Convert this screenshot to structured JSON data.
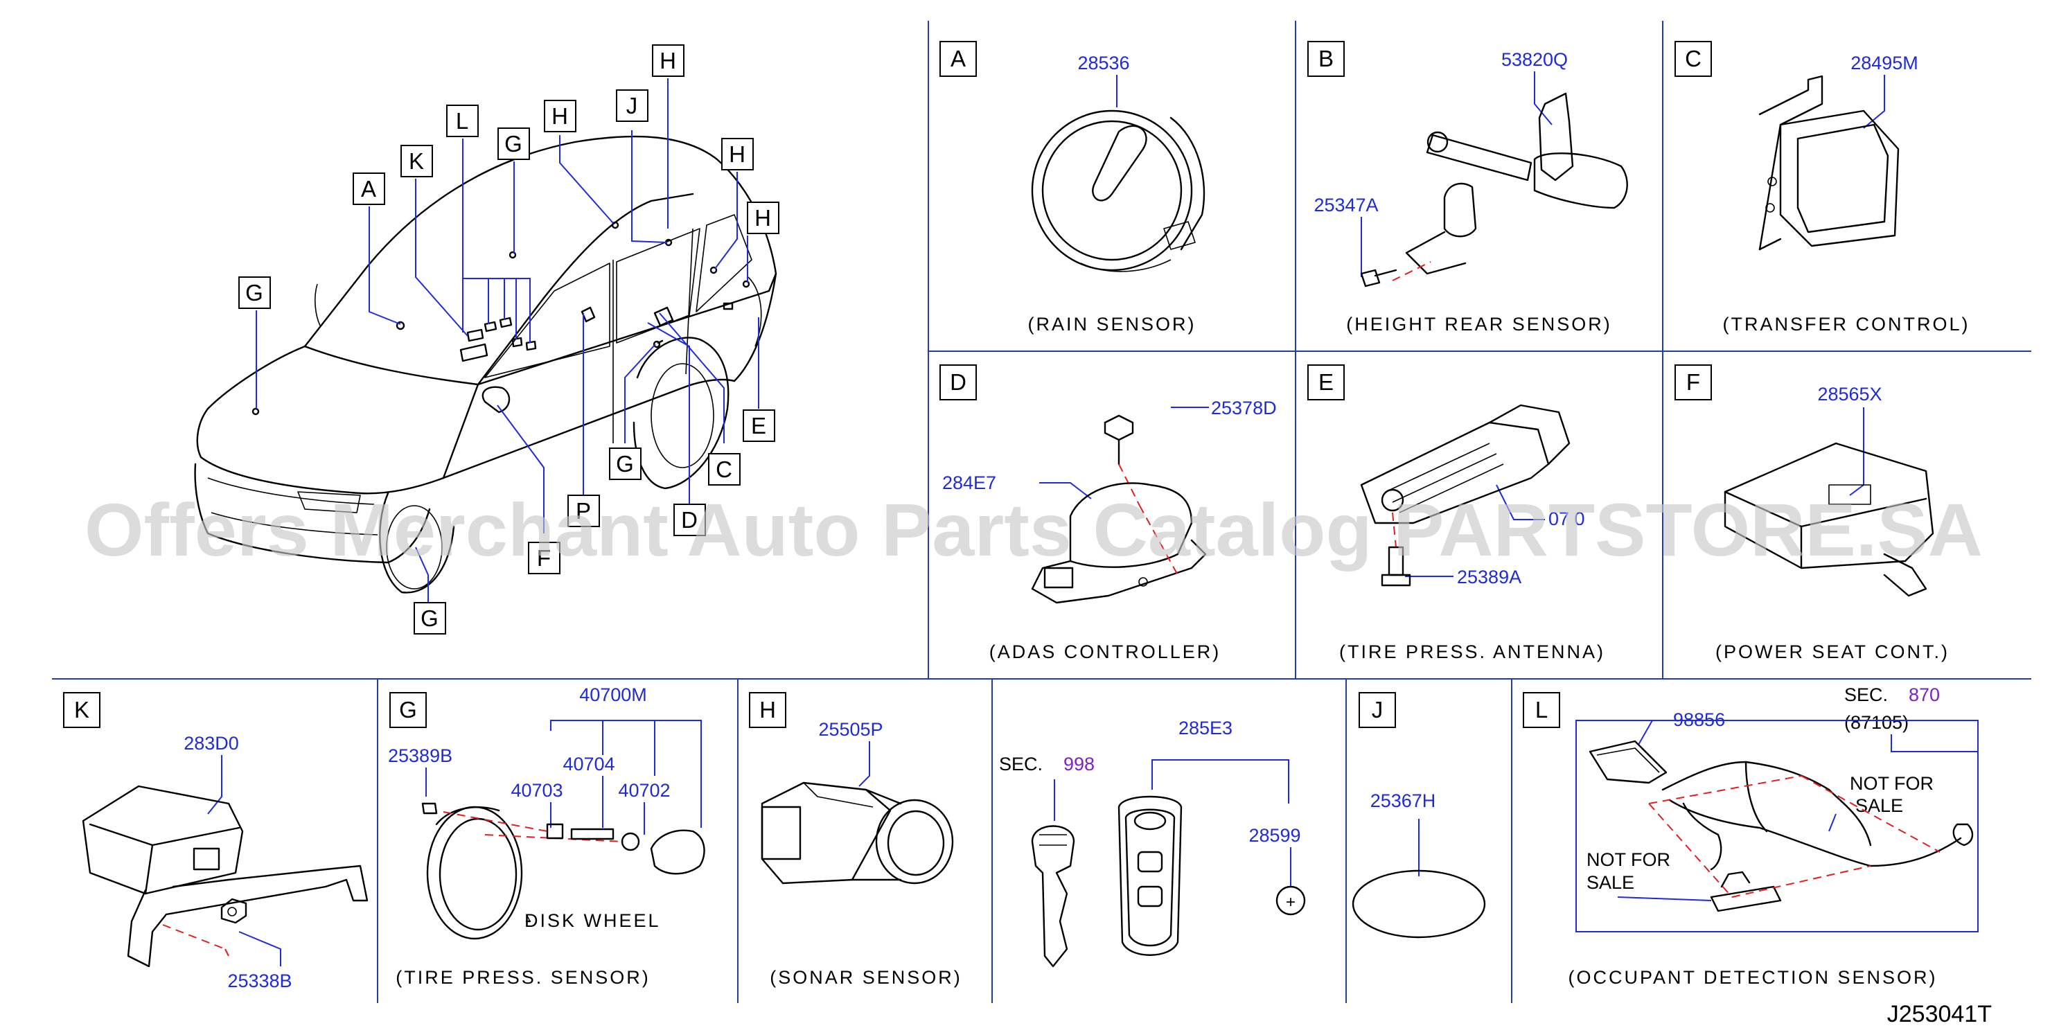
{
  "watermark": "Offers Merchant Auto Parts Catalog PARTSTORE.SA",
  "drawing_number": "J253041T",
  "vehicle_callouts": [
    "A",
    "K",
    "L",
    "G",
    "H",
    "J",
    "H",
    "H",
    "H",
    "G",
    "E",
    "G",
    "C",
    "P",
    "D",
    "F",
    "G"
  ],
  "panels": {
    "A": {
      "letter": "A",
      "caption": "(RAIN SENSOR)",
      "parts": [
        "28536"
      ]
    },
    "B": {
      "letter": "B",
      "caption": "(HEIGHT REAR SENSOR)",
      "parts": [
        "53820Q",
        "25347A"
      ]
    },
    "C": {
      "letter": "C",
      "caption": "(TRANSFER CONTROL)",
      "parts": [
        "28495M"
      ]
    },
    "D": {
      "letter": "D",
      "caption": "(ADAS CONTROLLER)",
      "parts": [
        "25378D",
        "284E7"
      ]
    },
    "E": {
      "letter": "E",
      "caption": "(TIRE PRESS. ANTENNA)",
      "parts": [
        "07 0",
        "25389A"
      ]
    },
    "F": {
      "letter": "F",
      "caption": "(POWER SEAT CONT.)",
      "parts": [
        "28565X"
      ]
    },
    "K": {
      "letter": "K",
      "caption": "",
      "parts": [
        "283D0",
        "25338B"
      ]
    },
    "G": {
      "letter": "G",
      "caption": "(TIRE PRESS. SENSOR)",
      "parts": [
        "40700M",
        "25389B",
        "40704",
        "40703",
        "40702"
      ],
      "note": "DISK WHEEL"
    },
    "H": {
      "letter": "H",
      "caption": "(SONAR SENSOR)",
      "parts": [
        "25505P"
      ]
    },
    "key": {
      "sec_label": "SEC.",
      "sec_num": "998",
      "parts": [
        "285E3",
        "28599"
      ]
    },
    "J": {
      "letter": "J",
      "caption": "",
      "parts": [
        "25367H"
      ]
    },
    "L": {
      "letter": "L",
      "caption": "(OCCUPANT DETECTION SENSOR)",
      "parts": [
        "98856"
      ],
      "sec_label": "SEC.",
      "sec_num": "870",
      "sec_sub": "(87105)",
      "nfs1a": "NOT FOR",
      "nfs1b": "SALE",
      "nfs2a": "NOT FOR",
      "nfs2b": "SALE"
    }
  }
}
